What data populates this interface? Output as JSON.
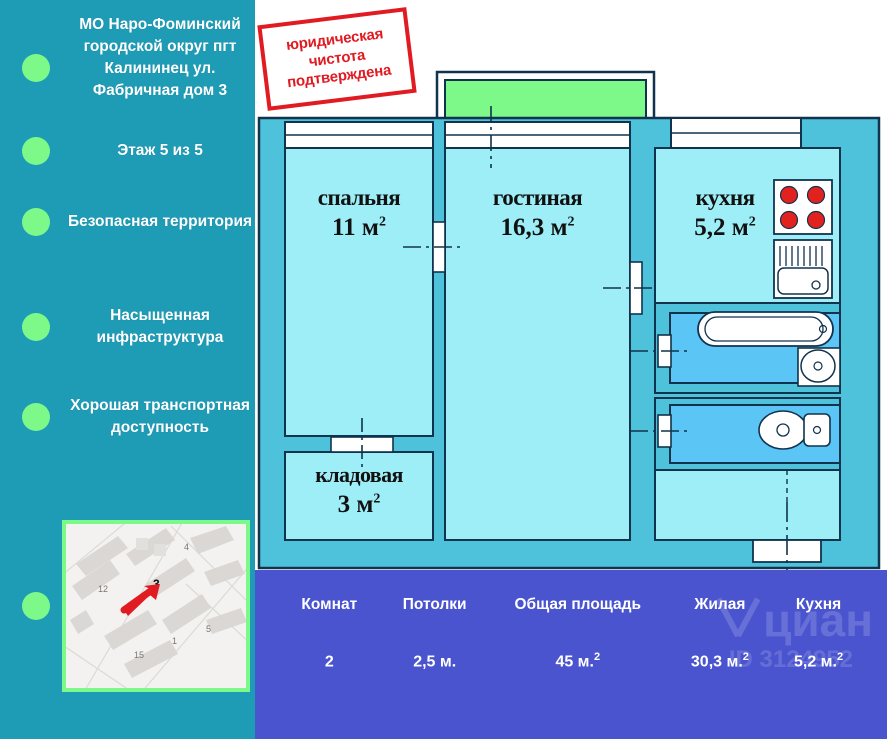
{
  "sidebar": {
    "background_color": "#1E9BB5",
    "bullet_color": "#7DF98A",
    "features": [
      {
        "id": "address",
        "text": "МО Наро-Фоминский городской округ пгт Калининец ул. Фабричная дом 3"
      },
      {
        "id": "floor",
        "text": "Этаж 5 из 5"
      },
      {
        "id": "safe-territory",
        "text": "Безопасная территория"
      },
      {
        "id": "infrastructure",
        "text": "Насыщенная инфраструктура"
      },
      {
        "id": "transport",
        "text": "Хорошая транспортная доступность"
      }
    ],
    "map": {
      "highlight_label": "3",
      "building_labels": [
        "4",
        "12",
        "3",
        "5",
        "1",
        "15"
      ],
      "border_color": "#7DF98A",
      "arrow_color": "#E01B22"
    }
  },
  "stamp": {
    "line1": "юридическая",
    "line2": "чистота",
    "line3": "подтверждена",
    "color": "#E01B22"
  },
  "floorplan": {
    "colors": {
      "wall": "#4FC2DB",
      "room_fill": "#9EEEF7",
      "wet_room_fill": "#5BC5F5",
      "balcony_fill": "#7DF98A",
      "outline": "#11334D",
      "fixture": "#FFFFFF",
      "burner": "#E2221F"
    },
    "rooms": [
      {
        "id": "bedroom",
        "name": "спальня",
        "area": "11 м",
        "sup": "2"
      },
      {
        "id": "living-room",
        "name": "гостиная",
        "area": "16,3 м",
        "sup": "2"
      },
      {
        "id": "kitchen",
        "name": "кухня",
        "area": "5,2 м",
        "sup": "2"
      },
      {
        "id": "pantry",
        "name": "кладовая",
        "area": "3 м",
        "sup": "2"
      }
    ],
    "fixtures": [
      "stove-4-burner",
      "kitchen-sink",
      "bathtub",
      "wash-basin",
      "toilet"
    ]
  },
  "infobar": {
    "background_color": "#4A54CE",
    "watermark": "циан",
    "watermark_id": "ID 3124952",
    "stats": [
      {
        "id": "rooms",
        "label": "Комнат",
        "value": "2",
        "sup": ""
      },
      {
        "id": "ceilings",
        "label": "Потолки",
        "value": "2,5 м.",
        "sup": ""
      },
      {
        "id": "total-area",
        "label": "Общая площадь",
        "value": "45 м.",
        "sup": "2"
      },
      {
        "id": "living-area",
        "label": "Жилая",
        "value": "30,3 м.",
        "sup": "2"
      },
      {
        "id": "kitchen-area",
        "label": "Кухня",
        "value": "5,2 м.",
        "sup": "2"
      }
    ]
  }
}
